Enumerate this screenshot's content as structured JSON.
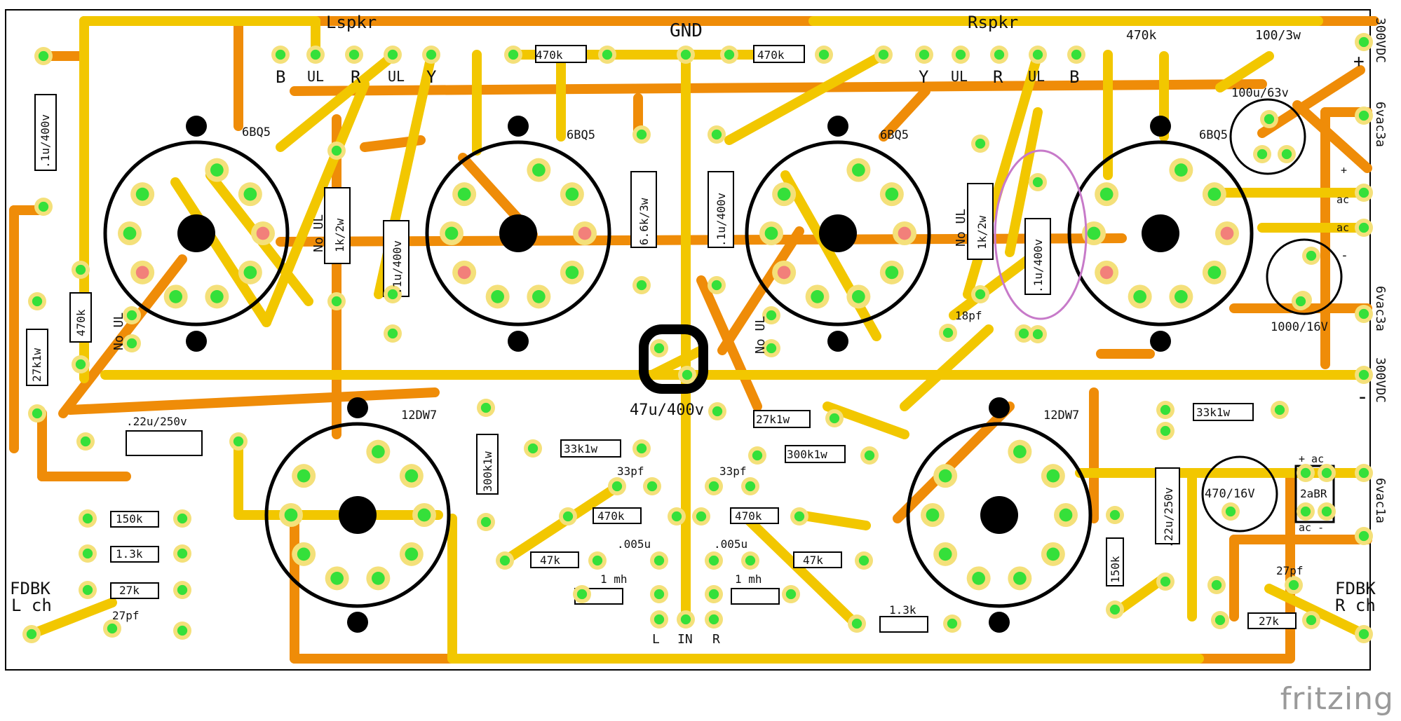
{
  "board": {
    "title_left_speaker": "Lspkr",
    "title_ground": "GND",
    "title_right_speaker": "Rspkr",
    "brand": "fritzing",
    "left_spk_terminals": [
      "B",
      "UL",
      "R",
      "UL",
      "Y"
    ],
    "right_spk_terminals": [
      "Y",
      "UL",
      "R",
      "UL",
      "B"
    ],
    "tube_labels": [
      "6BQ5",
      "6BQ5",
      "6BQ5",
      "6BQ5",
      "12DW7",
      "12DW7"
    ],
    "components": {
      "r_470k_a": "470k",
      "r_470k_b": "470k",
      "r_470k_c": "470k",
      "r_100_3w": "100/3w",
      "r_1k2w_a": "1k/2w",
      "r_1k2w_b": "1k/2w",
      "c_1u400v_a": ".1u/400v",
      "c_1u400v_b": ".1u/400v",
      "c_1u400v_c": ".1u/400v",
      "c_1u400v_d": ".1u/400v",
      "r_6k3w": "6.6k/3w",
      "c_47u400v": "47u/400v",
      "r_27k1w_a": "27k1w",
      "r_27k1w_b": "27k1w",
      "r_300k1w_a": "300k1w",
      "r_300k1w_b": "300k1w",
      "r_33k1w_a": "33k1w",
      "r_33k1w_b": "33k1w",
      "r_470k_left": "470k",
      "c_22u250v_a": ".22u/250v",
      "c_22u250v_b": ".22u/250v",
      "r_150k_a": "150k",
      "r_150k_b": "150k",
      "r_1_3k_a": "1.3k",
      "r_1_3k_b": "1.3k",
      "r_27k_a": "27k",
      "r_27k_b": "27k",
      "c_27pf_a": "27pf",
      "c_27pf_b": "27pf",
      "c_33pf_a": "33pf",
      "c_33pf_b": "33pf",
      "c_18pf": "18pf",
      "r_470k_mid_a": "470k",
      "r_470k_mid_b": "470k",
      "r_47k_a": "47k",
      "r_47k_b": "47k",
      "c_005u_a": ".005u",
      "c_005u_b": ".005u",
      "l_1mh_a": "1 mh",
      "l_1mh_b": "1 mh",
      "c_100u63v": "100u/63v",
      "c_1000_16v": "1000/16V",
      "c_470_16v": "470/16V",
      "bridge": "2aBR",
      "bridge_top": "+ ac",
      "bridge_bot": "ac -"
    },
    "edge_labels": {
      "v300_plus": "300VDC",
      "v300_minus": "300VDC",
      "v6_a": "6vac3a",
      "v6_b": "6vac3a",
      "v6_c": "6vac1a",
      "plus": "+",
      "minus": "-",
      "ac": "ac",
      "fdbk_l1": "FDBK",
      "fdbk_l2": "L ch",
      "fdbk_r1": "FDBK",
      "fdbk_r2": "R ch",
      "no_ul": "No UL",
      "in_l": "L",
      "in": "IN",
      "in_r": "R"
    },
    "colors": {
      "trace_top": "#f2c700",
      "trace_bottom": "#ef8c08",
      "pad_ring": "#f4e07a",
      "pad_center": "#35e03a",
      "pad_red": "#f2807a",
      "outline": "#000000",
      "highlight": "#c77ac9"
    }
  }
}
